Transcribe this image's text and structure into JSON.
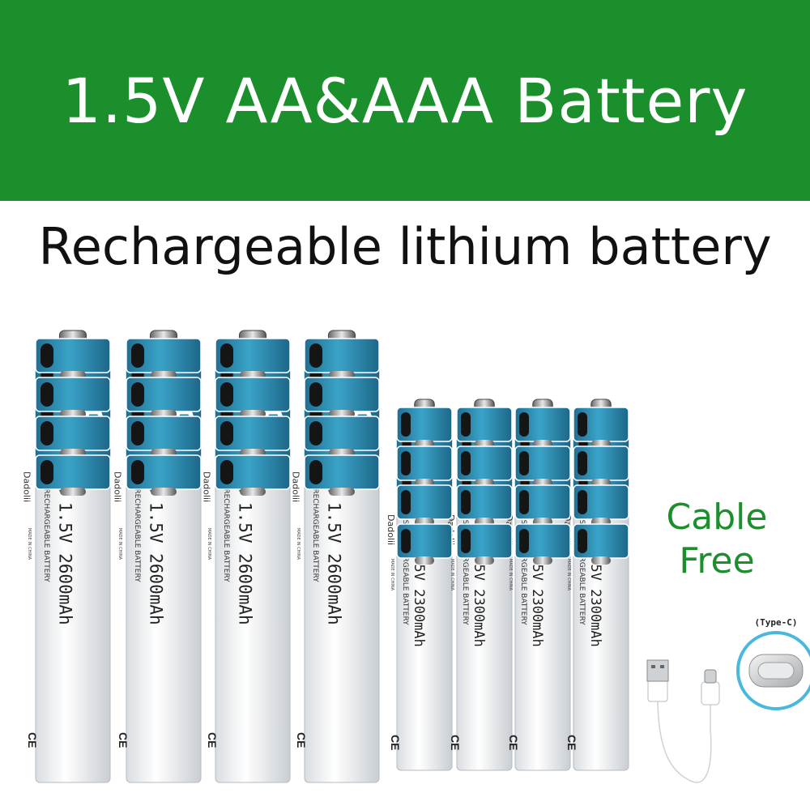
{
  "banner": {
    "title": "1.5V AA&AAA Battery"
  },
  "subtitle": "Rechargeable lithium battery",
  "aa_battery": {
    "band_text": "AA",
    "brand": "Dadolii",
    "model": "AA 1.5V 2600mAh",
    "type_text": "USB RECHARGEABLE BATTERY",
    "origin": "MADE IN CHINA",
    "mark": "CE"
  },
  "aaa_battery": {
    "band_text": "AAA",
    "brand": "Dadolii",
    "model": "AAA 1.5V 2300mAh",
    "type_text": "USB RECHARGEABLE BATTERY",
    "origin": "MADE IN CHINA",
    "mark": "CE"
  },
  "cable": {
    "line1": "Cable",
    "line2": "Free"
  },
  "connector_label": "(Type-C)",
  "colors": {
    "banner": "#1a8f2b",
    "battery_blue": "#2f8fb4",
    "accent_green": "#1a8f2b"
  }
}
